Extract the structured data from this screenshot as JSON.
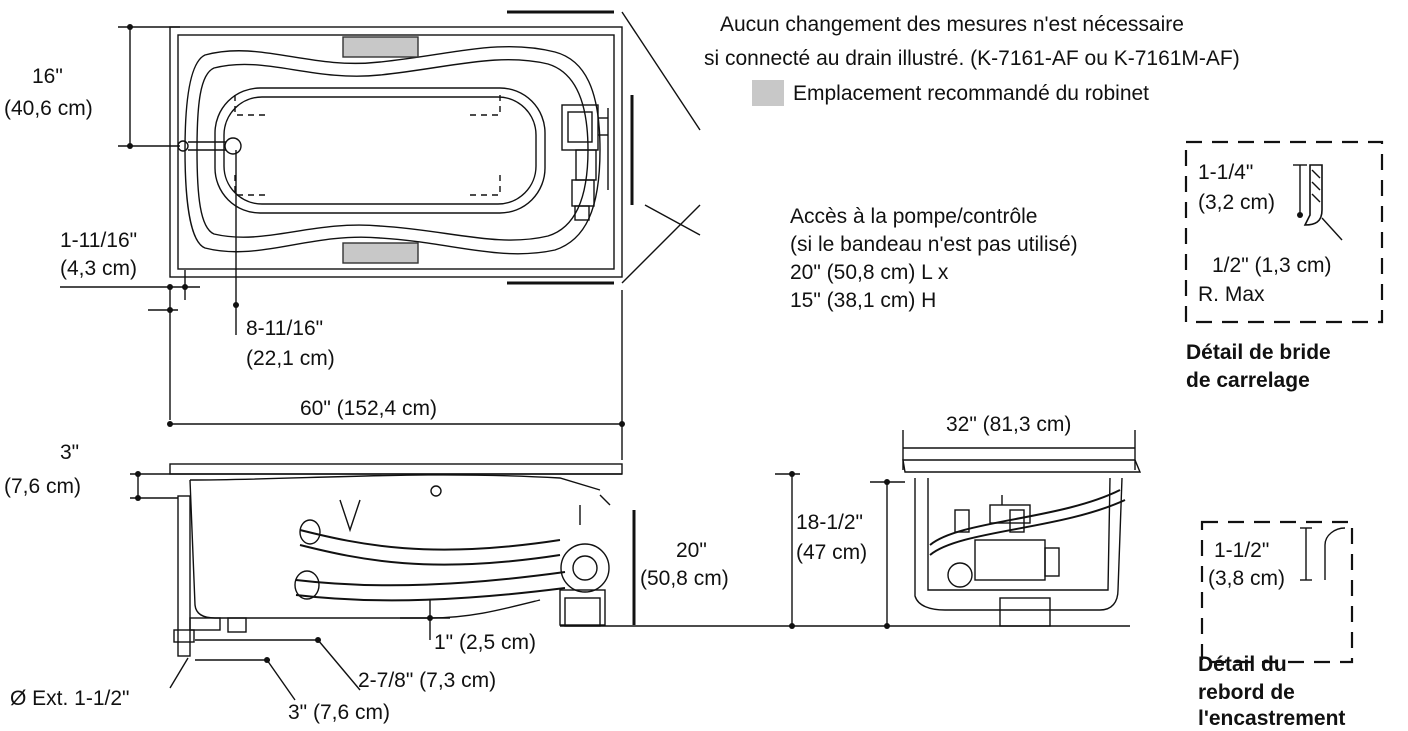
{
  "notes": {
    "line1": "Aucun changement des mesures n'est nécessaire",
    "line2": "si connecté au drain illustré. (K-7161-AF ou K-7161M-AF)",
    "faucet_label": "Emplacement recommandé du robinet"
  },
  "access": {
    "line1": "Accès à la pompe/contrôle",
    "line2": "(si le bandeau n'est pas utilisé)",
    "line3": "20\" (50,8 cm) L x",
    "line4": "15\" (38,1 cm) H"
  },
  "dims": {
    "d16_in": "16\"",
    "d16_cm": "(40,6 cm)",
    "d1_11_16_in": "1-11/16\"",
    "d1_11_16_cm": "(4,3 cm)",
    "d8_11_16_in": "8-11/16\"",
    "d8_11_16_cm": "(22,1 cm)",
    "d60": "60\" (152,4 cm)",
    "d3_in": "3\"",
    "d3_cm": "(7,6 cm)",
    "d20_in": "20\"",
    "d20_cm": "(50,8 cm)",
    "d18_in": "18-1/2\"",
    "d18_cm": "(47 cm)",
    "d32": "32\" (81,3 cm)",
    "d1": "1\" (2,5 cm)",
    "d2_7_8": "2-7/8\" (7,3 cm)",
    "d3b": "3\" (7,6 cm)",
    "drain": "Ø Ext. 1-1/2\""
  },
  "detail_tile": {
    "d_in": "1-1/4\"",
    "d_cm": "(3,2 cm)",
    "radius": "1/2\" (1,3 cm)",
    "rmax": "R. Max",
    "title1": "Détail de bride",
    "title2": "de carrelage"
  },
  "detail_rim": {
    "d_in": "1-1/2\"",
    "d_cm": "(3,8 cm)",
    "title1": "Détail du",
    "title2": "rebord de",
    "title3": "l'encastrement"
  },
  "colors": {
    "line": "#111111",
    "faucet_area": "#c8c8c8",
    "faucet_area_dark": "#8c8c8c"
  }
}
